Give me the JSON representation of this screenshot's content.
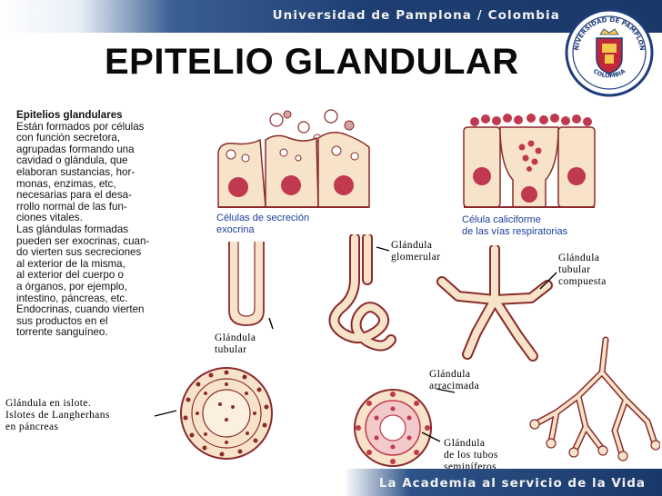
{
  "header": {
    "institution": "Universidad de Pamplona / Colombia"
  },
  "seal": {
    "top_text": "UNIVERSIDAD DE PAMPLONA",
    "bottom_text": "COLOMBIA"
  },
  "slide": {
    "title": "EPITELIO GLANDULAR"
  },
  "description": {
    "heading": "Epitelios glandulares",
    "lines": [
      "Están formados por células",
      "con función secretora,",
      "agrupadas formando una",
      "cavidad o glándula, que",
      "elaboran sustancias, hor-",
      "monas, enzimas, etc,",
      "necesarias para el desa-",
      "rrollo normal de las fun-",
      "ciones vitales.",
      "Las glándulas formadas",
      "pueden ser exocrinas, cuan-",
      "do vierten sus secreciones",
      "al exterior de la misma,",
      "al exterior del cuerpo o",
      "a órganos, por ejemplo,",
      "intestino, páncreas, etc.",
      "Endocrinas, cuando vierten",
      "sus productos en el",
      "torrente sanguíneo."
    ]
  },
  "captions": {
    "exocrine": [
      "Células de secreción",
      "exocrina"
    ],
    "goblet": [
      "Célula caliciforme",
      "de las vías respiratorias"
    ],
    "glomerular": [
      "Glándula",
      "glomerular"
    ],
    "tubular_compound": [
      "Glándula",
      "tubular",
      "compuesta"
    ],
    "tubular": [
      "Glándula",
      "tubular"
    ],
    "islet": [
      "Glándula en islote.",
      "Islotes de Langherhans",
      "en páncreas"
    ],
    "acinar": [
      "Glándula",
      "arracimada"
    ],
    "seminiferous": [
      "Glándula",
      "de los tubos",
      "seminíferos"
    ]
  },
  "footer": {
    "tagline": "La Academia al servicio de la Vida"
  },
  "colors": {
    "navy": "#1a3868",
    "cell_fill": "#f7e3c9",
    "nucleus": "#c0394f",
    "caption_blue": "#1b3f9a"
  }
}
